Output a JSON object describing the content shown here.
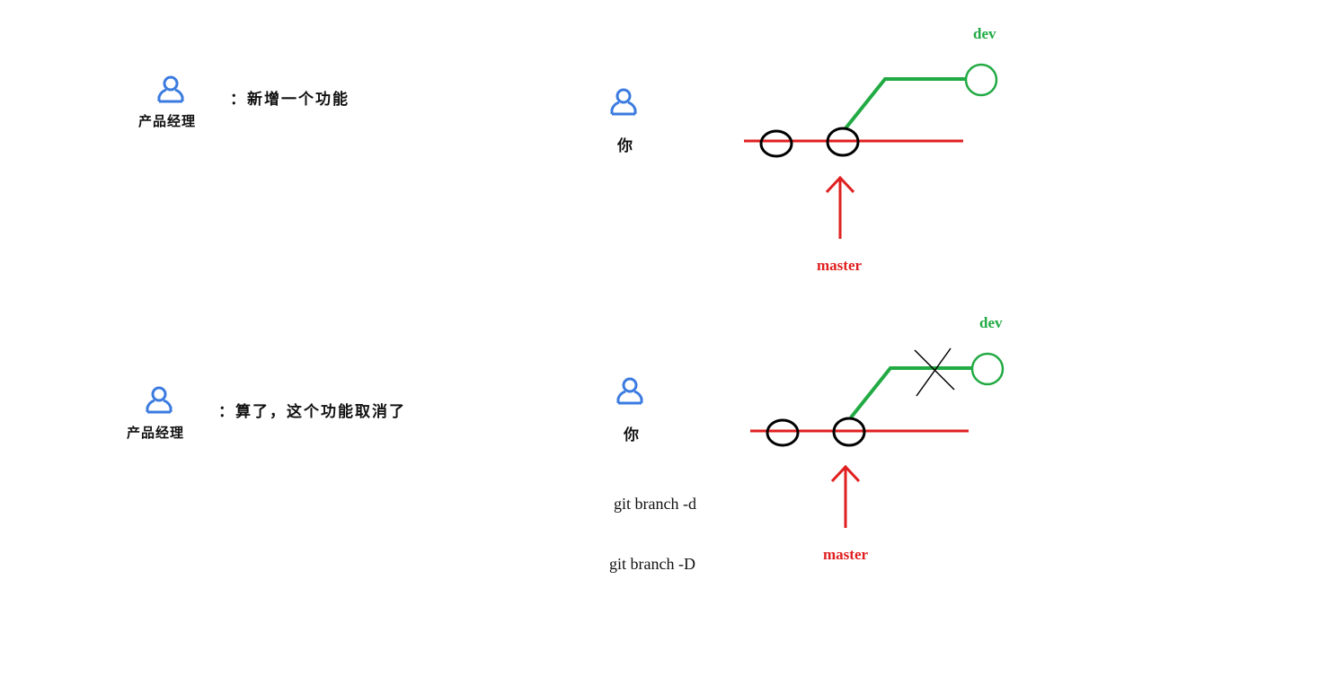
{
  "scene1": {
    "pm_label": "产品经理",
    "pm_says": "：新增一个功能",
    "you_label": "你",
    "branch_dev": "dev",
    "branch_master": "master"
  },
  "scene2": {
    "pm_label": "产品经理",
    "pm_says": "：算了，这个功能取消了",
    "you_label": "你",
    "branch_dev": "dev",
    "branch_master": "master",
    "commands": [
      "git branch -d",
      "git branch -D"
    ]
  },
  "colors": {
    "icon": "#3b7be0",
    "master_line": "#e02020",
    "dev_line": "#22aa44",
    "commit": "#000000"
  },
  "icons": [
    "person-icon"
  ]
}
